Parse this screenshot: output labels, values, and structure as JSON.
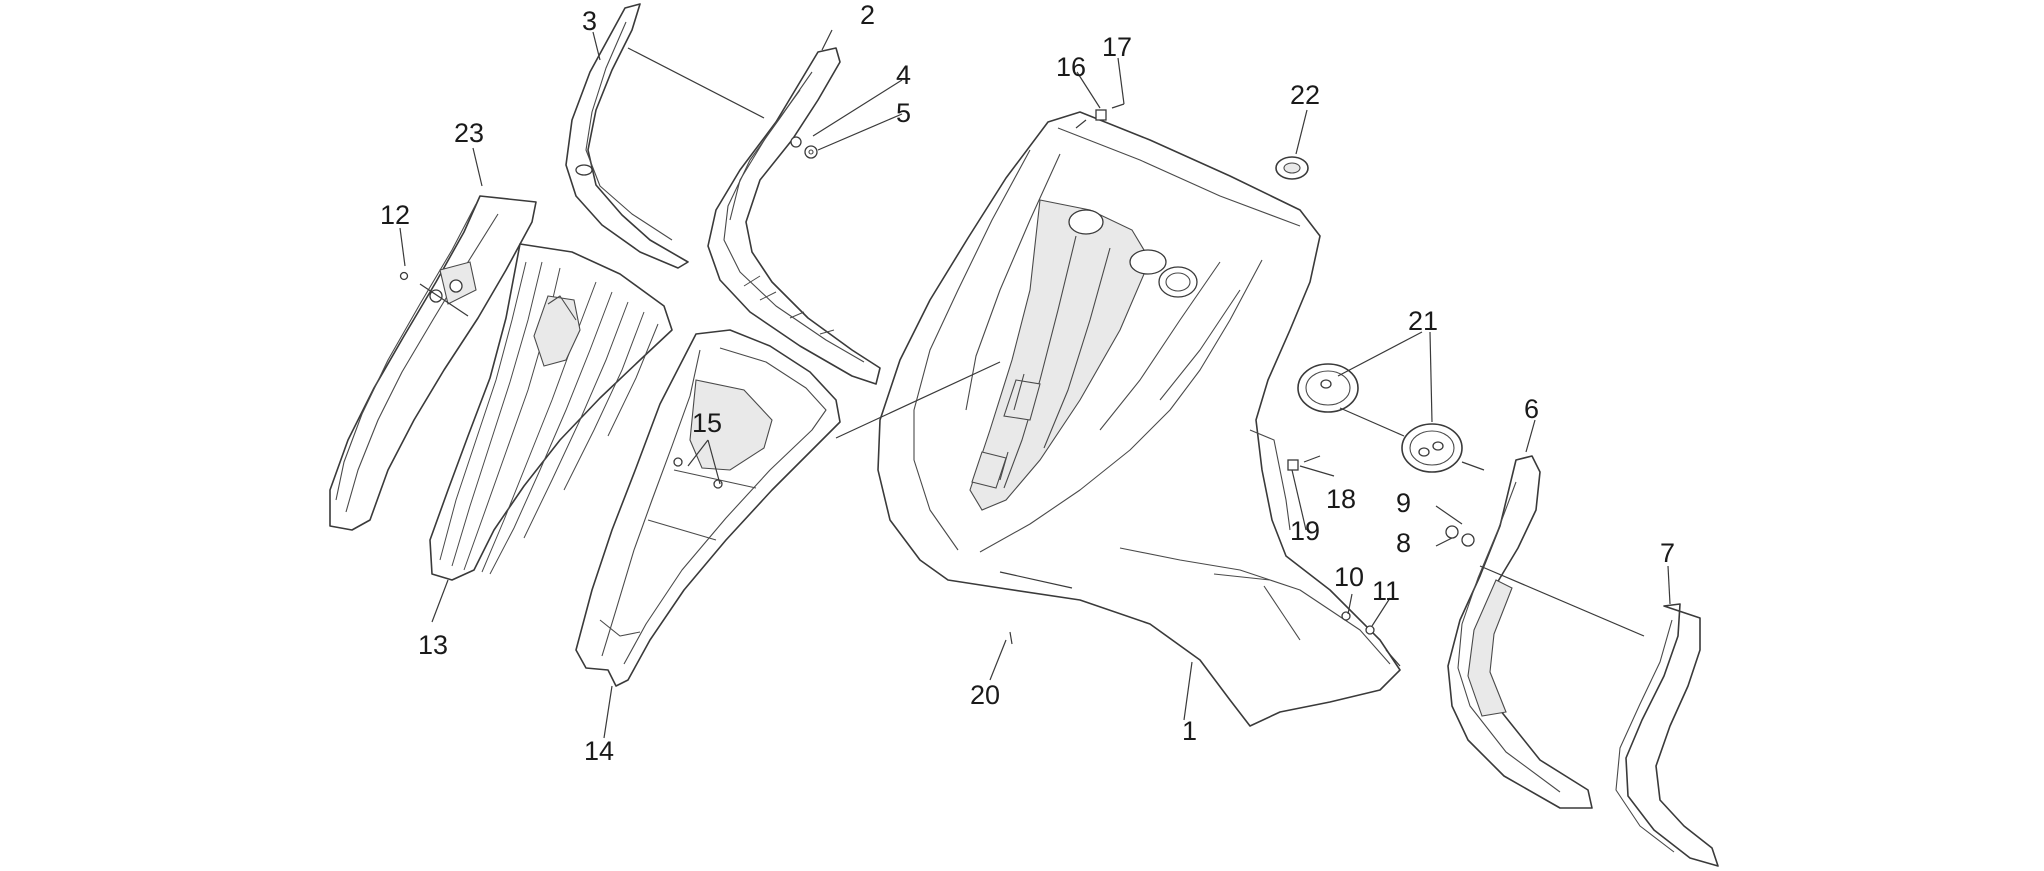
{
  "diagram": {
    "callouts": {
      "c1": "1",
      "c2": "2",
      "c3": "3",
      "c4": "4",
      "c5": "5",
      "c6": "6",
      "c7": "7",
      "c8": "8",
      "c9": "9",
      "c10": "10",
      "c11": "11",
      "c12": "12",
      "c13": "13",
      "c14": "14",
      "c15": "15",
      "c16": "16",
      "c17": "17",
      "c18": "18",
      "c19": "19",
      "c20": "20",
      "c21": "21",
      "c22": "22",
      "c23": "23"
    },
    "colors": {
      "line": "#3a3a3a",
      "background": "#ffffff",
      "shade": "#e9e9e9"
    }
  }
}
